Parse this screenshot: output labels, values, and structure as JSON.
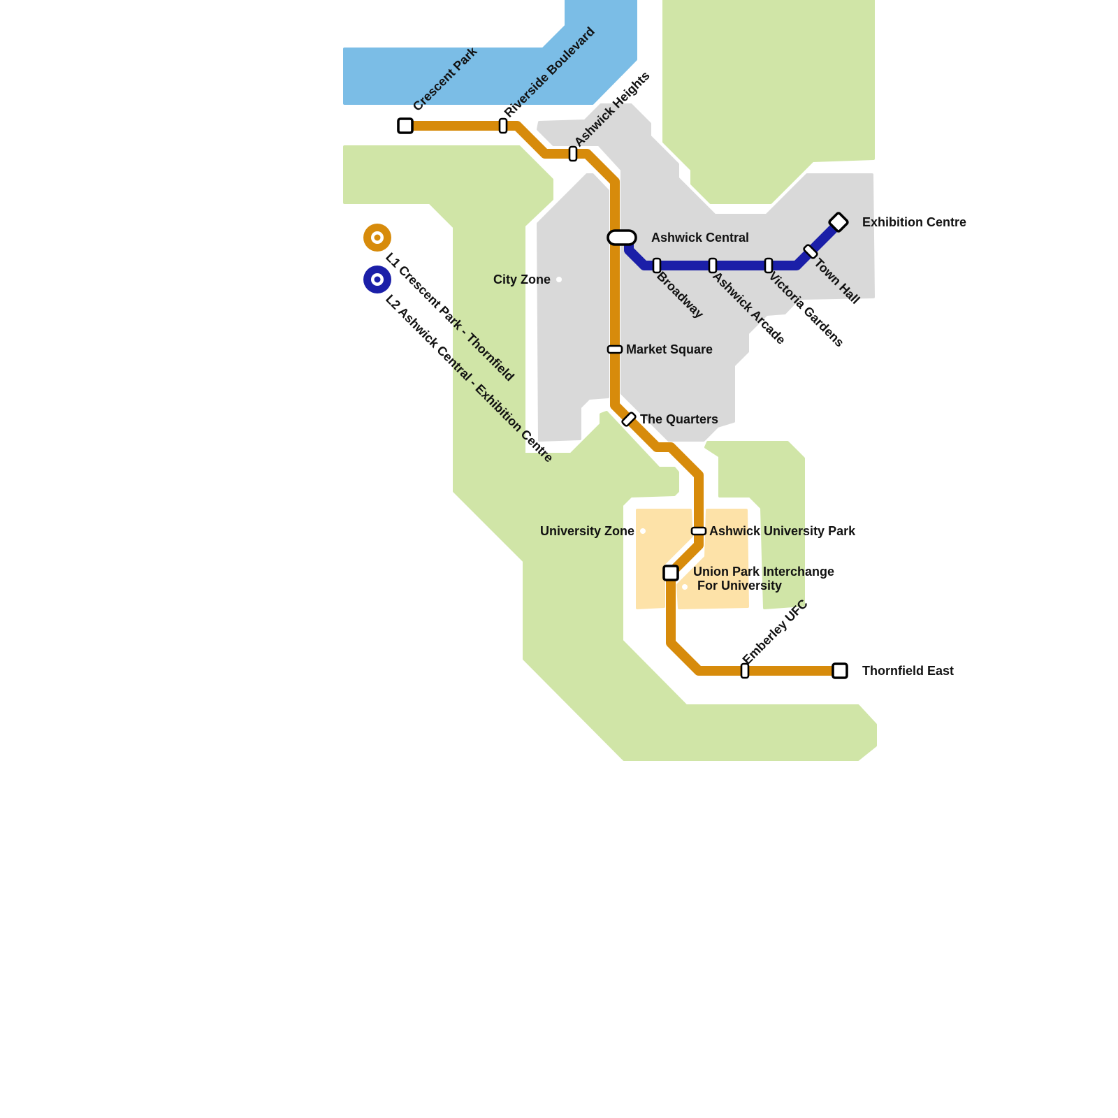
{
  "colors": {
    "water": "#7bbde6",
    "park": "#d0e5a7",
    "urban": "#d9d9d9",
    "university": "#fde2a8",
    "zone_dot": "#ffffff"
  },
  "legend": [
    {
      "line": "L1",
      "label": "L1 Crescent Park - Thornfield",
      "color": "#d78b0b",
      "icon": "line-roundel-icon"
    },
    {
      "line": "L2",
      "label": "L2 Ashwick Central - Exhibition Centre",
      "color": "#1b1fa8",
      "icon": "line-roundel-icon"
    }
  ],
  "lines": [
    {
      "name": "L1",
      "color": "#d78b0b",
      "stations": [
        "Crescent Park",
        "Riverside Boulevard",
        "Ashwick Heights",
        "Ashwick Central",
        "Market Square",
        "The Quarters",
        "Ashwick University Park",
        "Union Park Interchange For University",
        "Emberley UFC",
        "Thornfield East"
      ]
    },
    {
      "name": "L2",
      "color": "#1b1fa8",
      "stations": [
        "Ashwick Central",
        "Broadway",
        "Ashwick Arcade",
        "Victoria Gardens",
        "Town Hall",
        "Exhibition Centre"
      ]
    }
  ],
  "stations": {
    "crescent_park": {
      "name": "Crescent Park",
      "type": "terminus"
    },
    "riverside_boulevard": {
      "name": "Riverside Boulevard",
      "type": "stop"
    },
    "ashwick_heights": {
      "name": "Ashwick Heights",
      "type": "stop"
    },
    "ashwick_central": {
      "name": "Ashwick Central",
      "type": "interchange"
    },
    "market_square": {
      "name": "Market Square",
      "type": "stop"
    },
    "the_quarters": {
      "name": "The Quarters",
      "type": "stop"
    },
    "ashwick_university_park": {
      "name": "Ashwick University Park",
      "type": "stop"
    },
    "union_park_interchange": {
      "line1": "Union Park Interchange",
      "line2": "For University",
      "type": "terminus"
    },
    "emberley_ufc": {
      "name": "Emberley UFC",
      "type": "stop"
    },
    "thornfield_east": {
      "name": "Thornfield East",
      "type": "terminus"
    },
    "broadway": {
      "name": "Broadway",
      "type": "stop"
    },
    "ashwick_arcade": {
      "name": "Ashwick Arcade",
      "type": "stop"
    },
    "victoria_gardens": {
      "name": "Victoria Gardens",
      "type": "stop"
    },
    "town_hall": {
      "name": "Town Hall",
      "type": "stop"
    },
    "exhibition_centre": {
      "name": "Exhibition Centre",
      "type": "terminus"
    }
  },
  "zones": {
    "city": "City Zone",
    "university": "University Zone"
  }
}
